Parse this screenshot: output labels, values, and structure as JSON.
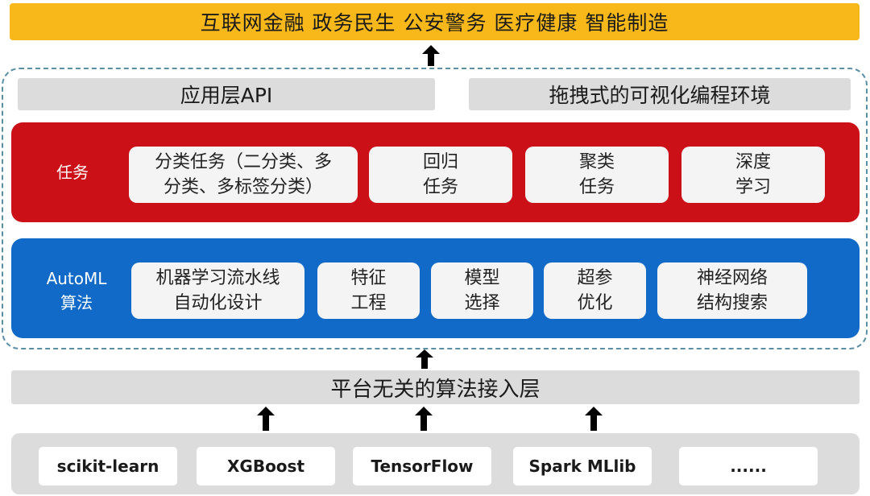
{
  "top_banner": {
    "text": "互联网金融  政务民生  公安警务  医疗健康  智能制造"
  },
  "app_layer": {
    "api": "应用层API",
    "visual_env": "拖拽式的可视化编程环境"
  },
  "tasks": {
    "label": "任务",
    "cards": [
      "分类任务（二分类、多\n分类、多标签分类）",
      "回归\n任务",
      "聚类\n任务",
      "深度\n学习"
    ]
  },
  "automl": {
    "label": "AutoML\n算法",
    "cards": [
      "机器学习流水线\n自动化设计",
      "特征\n工程",
      "模型\n选择",
      "超参\n优化",
      "神经网络\n结构搜索"
    ]
  },
  "platform_layer": {
    "text": "平台无关的算法接入层"
  },
  "libraries": [
    "scikit-learn",
    "XGBoost",
    "TensorFlow",
    "Spark MLlib",
    "......"
  ],
  "colors": {
    "banner": "#f9b81a",
    "task_panel": "#cc1017",
    "automl_panel": "#1169c8",
    "grey": "#dcdcdc",
    "frame_dash": "#5a8fa6"
  },
  "icons": [
    "arrow-up-icon"
  ]
}
